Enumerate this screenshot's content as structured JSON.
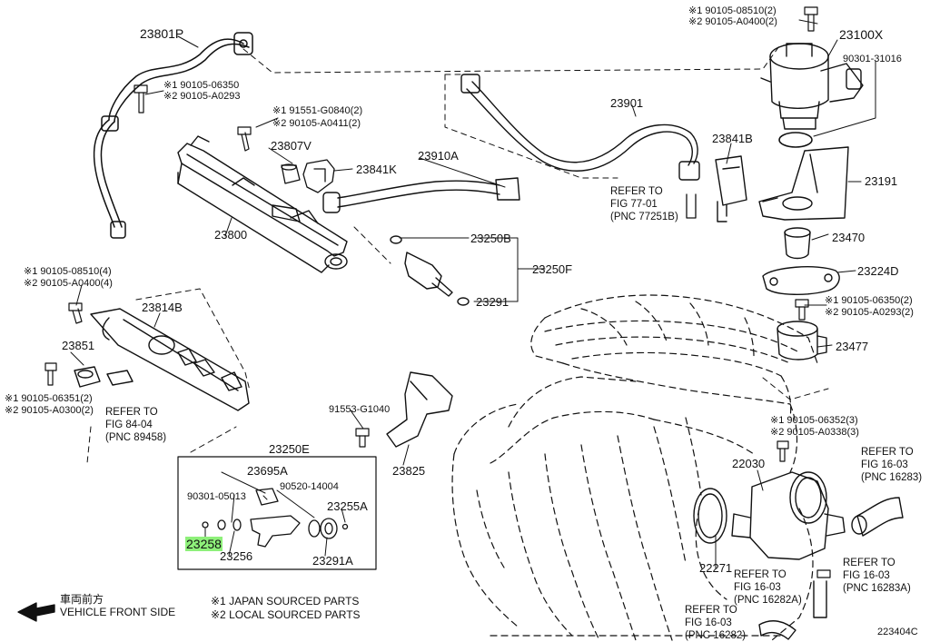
{
  "diagram": {
    "code": "223404C",
    "front_side": {
      "japanese": "車両前方",
      "english": "VEHICLE FRONT SIDE"
    },
    "legend": [
      "※1 JAPAN SOURCED PARTS",
      "※2 LOCAL SOURCED PARTS"
    ],
    "highlight_color": "#8ef07a",
    "parts": {
      "p23801P": "23801P",
      "bolt_top_left_1": "※1 90105-06350",
      "bolt_top_left_2": "※2 90105-A0293",
      "bolt_mid_1": "※1 91551-G0840(2)",
      "bolt_mid_2": "※2 90105-A0411(2)",
      "p23807V": "23807V",
      "p23841K": "23841K",
      "p23910A": "23910A",
      "p23800": "23800",
      "p23901": "23901",
      "p23841B": "23841B",
      "pump_bolt_1": "※1 90105-08510(2)",
      "pump_bolt_2": "※2 90105-A0400(2)",
      "p23100X": "23100X",
      "p90301_31016": "90301-31016",
      "p23191": "23191",
      "p23470": "23470",
      "p23224D": "23224D",
      "bolt_right_1": "※1 90105-06350(2)",
      "bolt_right_2": "※2 90105-A0293(2)",
      "p23477": "23477",
      "bolt_lower_right_1": "※1 90105-06352(3)",
      "bolt_lower_right_2": "※2 90105-A0338(3)",
      "p23250B": "23250B",
      "p23250F": "23250F",
      "p23291": "23291",
      "rail_bolt_1": "※1 90105-08510(4)",
      "rail_bolt_2": "※2 90105-A0400(4)",
      "p23814B": "23814B",
      "p23851": "23851",
      "sensor_bolt_1": "※1 90105-06351(2)",
      "sensor_bolt_2": "※2 90105-A0300(2)",
      "p91553_G1040": "91553-G1040",
      "p23825": "23825",
      "p23250E": "23250E",
      "p23695A": "23695A",
      "p90301_05013": "90301-05013",
      "p90520_14004": "90520-14004",
      "p23255A": "23255A",
      "p23258": "23258",
      "p23256": "23256",
      "p23291A": "23291A",
      "p22030": "22030",
      "p22271": "22271"
    },
    "refs": {
      "fig77": "REFER TO\nFIG 77-01\n(PNC 77251B)",
      "fig84": "REFER TO\nFIG 84-04\n(PNC 89458)",
      "fig16_16283": "REFER TO\nFIG 16-03\n(PNC 16283)",
      "fig16_16282A": "REFER TO\nFIG 16-03\n(PNC 16282A)",
      "fig16_16283A": "REFER TO\nFIG 16-03\n(PNC 16283A)",
      "fig16_16282": "REFER TO\nFIG 16-03\n(PNC 16282)"
    }
  }
}
